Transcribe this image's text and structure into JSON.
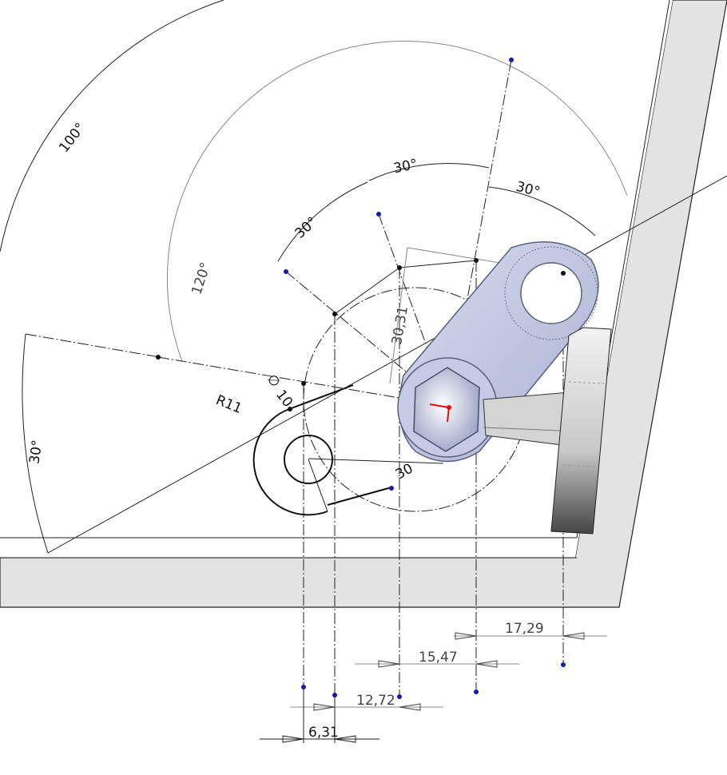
{
  "dimensions": {
    "angle_100": "100°",
    "angle_120": "120°",
    "angle_30_left": "30°",
    "angle_30_a": "30°",
    "angle_30_b": "30°",
    "angle_30_c": "30°",
    "radius": "R11",
    "diameter": "10",
    "diameter_symbol": "∅",
    "offset_30_31": "30,31",
    "length_30": "30",
    "h_17_29": "17,29",
    "h_15_47": "15,47",
    "h_12_72": "12,72",
    "h_6_31": "6,31"
  },
  "colors": {
    "part_fill": "#c9cfe6",
    "part_edge": "#5a5f7a",
    "wall_fill": "#e3e3e3",
    "point_blue": "#1a1aa8",
    "origin_arrow": "#e01010"
  }
}
